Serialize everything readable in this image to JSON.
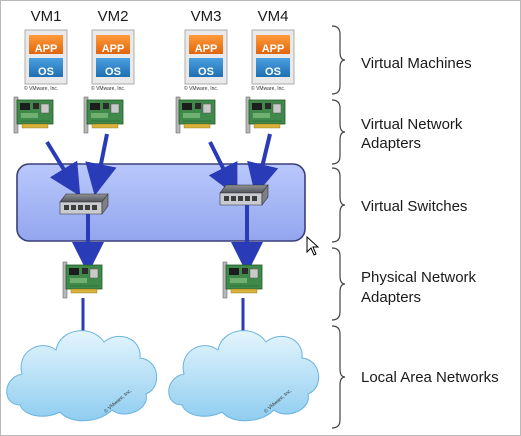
{
  "vms": [
    {
      "name": "VM1",
      "app": "APP",
      "os": "OS",
      "copyright": "© VMware, Inc."
    },
    {
      "name": "VM2",
      "app": "APP",
      "os": "OS",
      "copyright": "© VMware, Inc."
    },
    {
      "name": "VM3",
      "app": "APP",
      "os": "OS",
      "copyright": "© VMware, Inc."
    },
    {
      "name": "VM4",
      "app": "APP",
      "os": "OS",
      "copyright": "© VMware, Inc."
    }
  ],
  "layers": {
    "virtual_machines": "Virtual Machines",
    "virtual_adapters_line1": "Virtual Network",
    "virtual_adapters_line2": "Adapters",
    "virtual_switches": "Virtual Switches",
    "physical_adapters_line1": "Physical Network",
    "physical_adapters_line2": "Adapters",
    "lans": "Local Area Networks"
  },
  "cloud_copyright": "© VMware, Inc.",
  "colors": {
    "app_orange": "#f07a1a",
    "os_blue": "#2f86c8",
    "switch_fill": "#a8b9f5",
    "arrow_blue": "#2a3bb8",
    "nic_green": "#3f8a4a",
    "cloud_blue": "#b9e2f7"
  }
}
